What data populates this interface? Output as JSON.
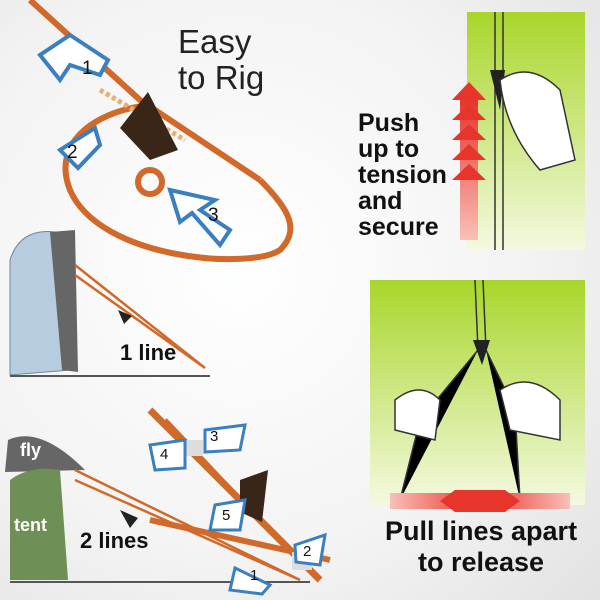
{
  "title": {
    "line1": "Easy",
    "line2": "to Rig"
  },
  "rig_steps": [
    "1",
    "2",
    "3"
  ],
  "push_instruction": {
    "lines": [
      "Push",
      "up to",
      "tension",
      "and",
      "secure"
    ]
  },
  "one_line": {
    "label": "1 line"
  },
  "two_lines": {
    "label": "2 lines",
    "fly": "fly",
    "tent": "tent",
    "steps": [
      "1",
      "2",
      "3",
      "4",
      "5"
    ]
  },
  "pull_instruction": {
    "line1": "Pull lines apart",
    "line2": "to release"
  },
  "colors": {
    "cord": "#d0692a",
    "arrow_blue": "#3a7fc0",
    "green_panel": "#b6dc3c",
    "red_arrow": "#e8352c",
    "tensioner": "#3a2618"
  }
}
